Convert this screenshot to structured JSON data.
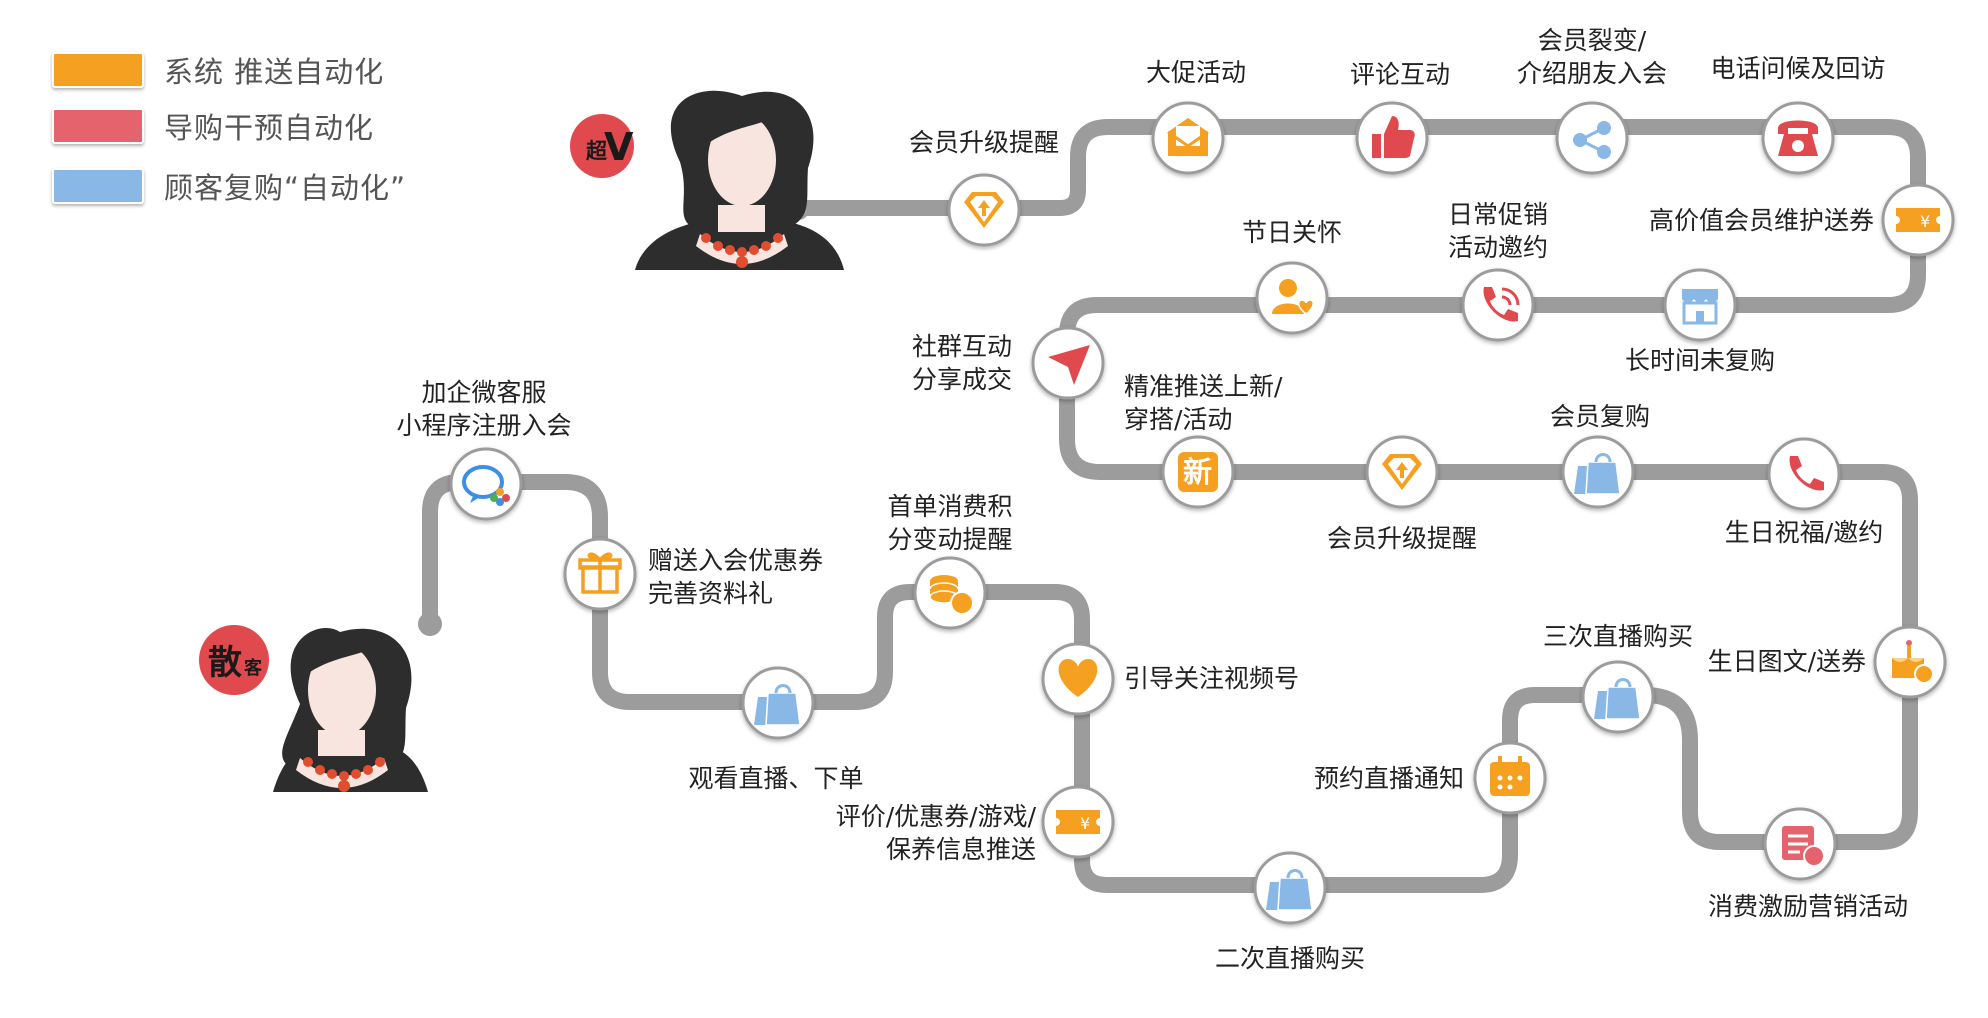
{
  "legend": [
    {
      "label": "系统 推送自动化",
      "color": "#f5a020"
    },
    {
      "label": "导购干预自动化",
      "color": "#e5636c"
    },
    {
      "label": "顾客复购“自动化”",
      "color": "#8ab8e6"
    }
  ],
  "personas": {
    "vip": {
      "badge_main": "超",
      "badge_sub": "V"
    },
    "casual": {
      "badge_main": "散",
      "badge_sub": "客"
    }
  },
  "stages": {
    "s1": "加企微客服\n小程序注册入会",
    "s2": "赠送入会优惠券\n完善资料礼",
    "s3": "观看直播、下单",
    "s4": "首单消费积\n分变动提醒",
    "s5": "引导关注视频号",
    "s6": "评价/优惠券/游戏/\n保养信息推送",
    "s7": "二次直播购买",
    "s8": "预约直播通知",
    "s9": "三次直播购买",
    "s10": "消费激励营销活动",
    "s11": "生日图文/送券",
    "s12": "生日祝福/邀约",
    "s13": "会员复购",
    "s14": "会员升级提醒",
    "s15": "精准推送上新/\n穿搭/活动",
    "s16": "社群互动\n分享成交",
    "s17": "节日关怀",
    "s18": "日常促销\n活动邀约",
    "s19": "长时间未复购",
    "s20": "高价值会员维护送券",
    "s21": "电话问候及回访",
    "s22": "会员裂变/\n介绍朋友入会",
    "s23": "评论互动",
    "s24": "大促活动",
    "s25": "会员升级提醒"
  },
  "icon_glyphs": {
    "new": "新",
    "yen": "¥"
  }
}
